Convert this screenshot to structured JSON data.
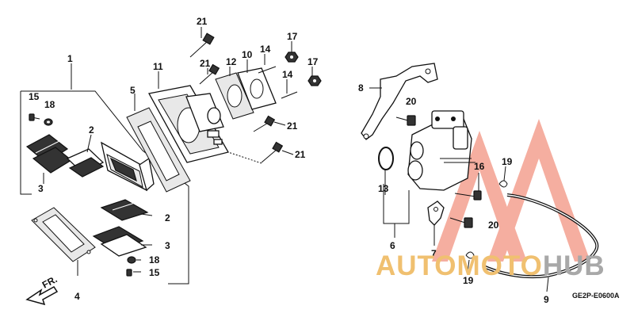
{
  "diagram": {
    "callouts": [
      "1",
      "2",
      "3",
      "4",
      "5",
      "6",
      "7",
      "8",
      "9",
      "10",
      "11",
      "12",
      "13",
      "14",
      "15",
      "16",
      "17",
      "18",
      "19",
      "20",
      "21"
    ],
    "direction_label": "FR.",
    "figure_code": "GE2P-E0600A"
  },
  "watermark": {
    "part1": "AUTOMOTO",
    "part2": "HUB",
    "color_primary": "#f4a090",
    "color_secondary": "#f0c070"
  }
}
